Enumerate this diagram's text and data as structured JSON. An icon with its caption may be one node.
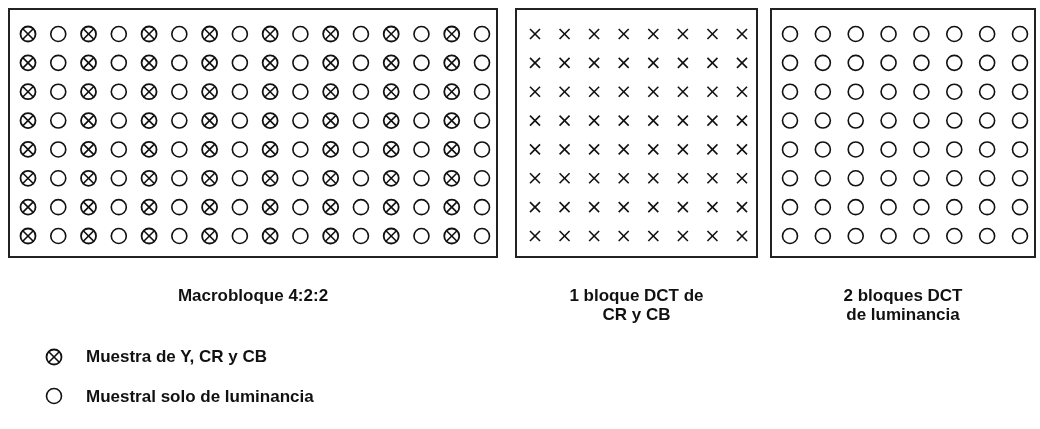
{
  "diagram": {
    "nodes": [
      {
        "text": [],
        "shape": "box",
        "beside": [
          "Macrobloque 4:2:2"
        ]
      },
      {
        "text": [],
        "shape": "box",
        "beside": [
          "1 bloque DCT de CR y CB"
        ]
      },
      {
        "text": [],
        "shape": "box",
        "beside": [
          "2 bloques DCT de luminancia"
        ]
      }
    ],
    "legend": [
      {
        "text": "Muestra de Y, CR y CB"
      },
      {
        "text": "Muestral solo de luminancia"
      }
    ]
  }
}
